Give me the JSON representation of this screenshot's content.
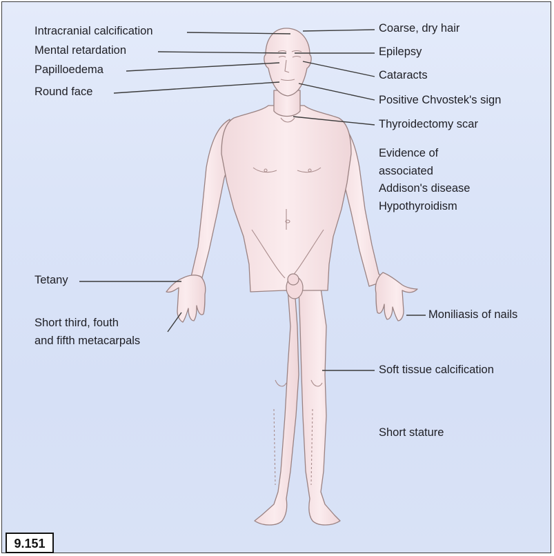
{
  "figure_number": "9.151",
  "labels": {
    "intracranial_calcification": "Intracranial calcification",
    "mental_retardation": "Mental retardation",
    "papilloedema": "Papilloedema",
    "round_face": "Round face",
    "coarse_dry_hair": "Coarse, dry hair",
    "epilepsy": "Epilepsy",
    "cataracts": "Cataracts",
    "positive_chvostek": "Positive Chvostek's sign",
    "thyroidectomy_scar": "Thyroidectomy scar",
    "associated_lines": [
      "Evidence of",
      "associated",
      "Addison's disease",
      "Hypothyroidism"
    ],
    "tetany": "Tetany",
    "short_metacarpals_lines": [
      "Short third, fouth",
      "and fifth metacarpals"
    ],
    "moniliasis_of_nails": "Moniliasis of nails",
    "soft_tissue_calcification": "Soft tissue calcification",
    "short_stature": "Short stature"
  },
  "colors": {
    "background": "#dce5f8",
    "skin": "#f7e4e6",
    "outline": "#9a8282",
    "leader_line": "#3a3a3a",
    "text": "#1e1e24"
  }
}
